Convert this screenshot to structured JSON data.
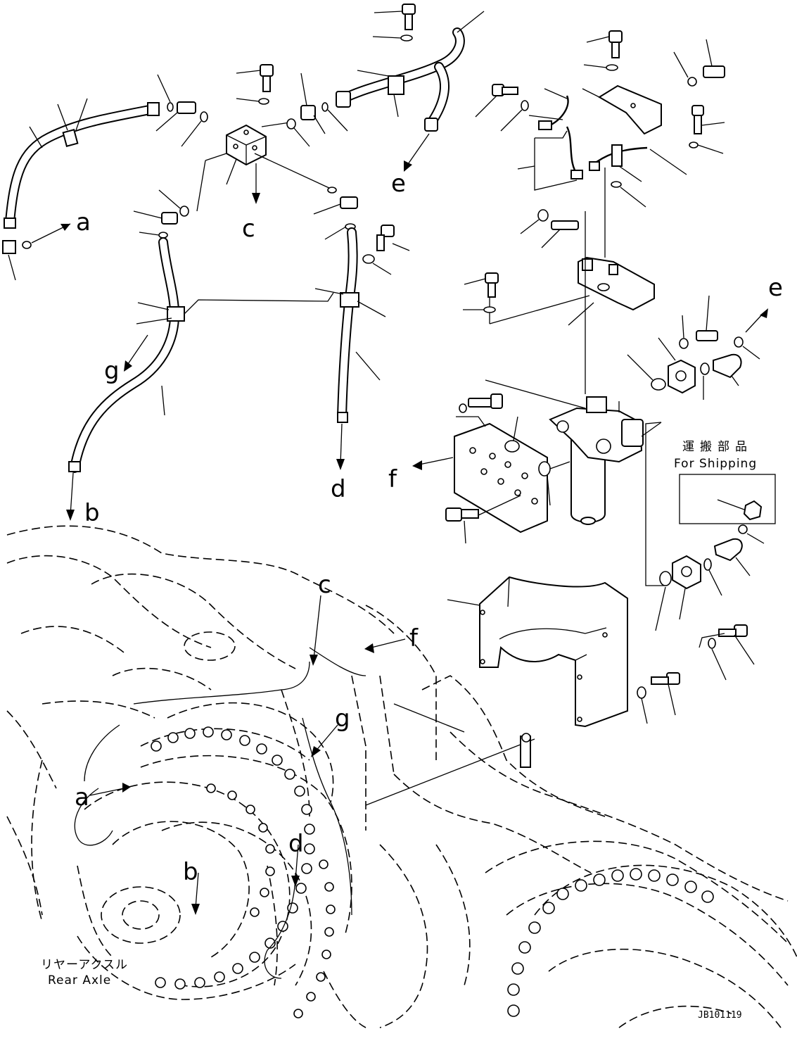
{
  "diagram": {
    "callouts": {
      "a_top": "a",
      "b_top": "b",
      "c_top": "c",
      "d_top": "d",
      "e_top": "e",
      "e_right": "e",
      "f_top": "f",
      "g_top": "g",
      "a_bottom": "a",
      "b_bottom": "b",
      "c_bottom": "c",
      "d_bottom": "d",
      "f_bottom": "f",
      "g_bottom": "g"
    },
    "shipping": {
      "jp": "運搬部品",
      "en": "For Shipping"
    },
    "rear_axle": {
      "jp": "リヤーアクスル",
      "en": "Rear Axle"
    },
    "figure_id": "JB101119"
  }
}
